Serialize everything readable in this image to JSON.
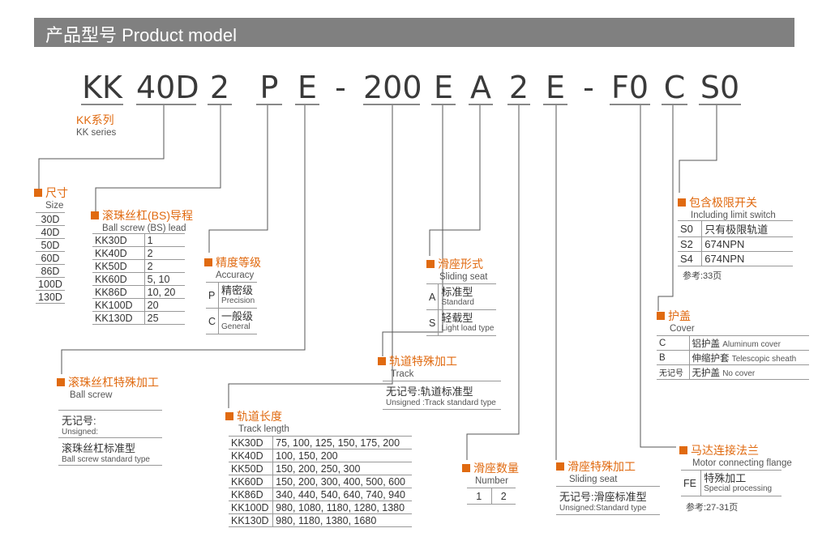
{
  "header": {
    "title": "产品型号 Product model"
  },
  "code_parts": [
    "KK",
    "40D",
    "2",
    "P",
    "E",
    "-",
    "200",
    "E",
    "A",
    "2",
    "E",
    "-",
    "F0",
    "C",
    "S0"
  ],
  "kk_series": {
    "cn": "KK系列",
    "en": "KK series"
  },
  "size": {
    "cn": "尺寸",
    "en": "Size",
    "items": [
      "30D",
      "40D",
      "50D",
      "60D",
      "86D",
      "100D",
      "130D"
    ]
  },
  "lead": {
    "cn": "滚珠丝杠(BS)导程",
    "en": "Ball screw (BS) lead",
    "rows": [
      [
        "KK30D",
        "1"
      ],
      [
        "KK40D",
        "2"
      ],
      [
        "KK50D",
        "2"
      ],
      [
        "KK60D",
        "5, 10"
      ],
      [
        "KK86D",
        "10, 20"
      ],
      [
        "KK100D",
        "20"
      ],
      [
        "KK130D",
        "25"
      ]
    ]
  },
  "accuracy": {
    "cn": "精度等级",
    "en": "Accuracy",
    "rows": [
      {
        "code": "P",
        "cn": "精密级",
        "en": "Precision"
      },
      {
        "code": "C",
        "cn": "一般级",
        "en": "General"
      }
    ]
  },
  "ball_screw": {
    "cn": "滚珠丝杠特殊加工",
    "en": "Ball screw",
    "unsigned_cn": "无记号:",
    "unsigned_en": "Unsigned:",
    "standard_cn": "滚珠丝杠标准型",
    "standard_en": "Ball screw standard type"
  },
  "track_length": {
    "cn": "轨道长度",
    "en": "Track length",
    "rows": [
      [
        "KK30D",
        "75, 100, 125, 150, 175, 200"
      ],
      [
        "KK40D",
        "100, 150, 200"
      ],
      [
        "KK50D",
        "150, 200, 250, 300"
      ],
      [
        "KK60D",
        "150, 200, 300, 400, 500, 600"
      ],
      [
        "KK86D",
        "340, 440, 540, 640, 740, 940"
      ],
      [
        "KK100D",
        "980, 1080, 1180, 1280, 1380"
      ],
      [
        "KK130D",
        "980, 1180, 1380, 1680"
      ]
    ]
  },
  "track": {
    "cn": "轨道特殊加工",
    "en": "Track",
    "unsigned_cn": "无记号:轨道标准型",
    "unsigned_en": "Unsigned :Track standard type"
  },
  "sliding_seat_type": {
    "cn": "滑座形式",
    "en": "Sliding seat",
    "rows": [
      {
        "code": "A",
        "cn": "标准型",
        "en": "Standard"
      },
      {
        "code": "S",
        "cn": "轻载型",
        "en": "Light load type"
      }
    ]
  },
  "seat_number": {
    "cn": "滑座数量",
    "en": "Number",
    "items": [
      "1",
      "2"
    ]
  },
  "seat_special": {
    "cn": "滑座特殊加工",
    "en": "Sliding seat",
    "unsigned_cn": "无记号:滑座标准型",
    "unsigned_en": "Unsigned:Standard type"
  },
  "limit_switch": {
    "cn": "包含极限开关",
    "en": "Including limit switch",
    "rows": [
      [
        "S0",
        "只有极限轨道"
      ],
      [
        "S2",
        "674NPN"
      ],
      [
        "S4",
        "674NPN"
      ]
    ],
    "ref": "参考:33页"
  },
  "cover": {
    "cn": "护盖",
    "en": "Cover",
    "rows": [
      {
        "code": "C",
        "cn": "铝护盖",
        "en": "Aluminum cover"
      },
      {
        "code": "B",
        "cn": "伸缩护套",
        "en": "Telescopic sheath"
      },
      {
        "code": "无记号",
        "cn": "无护盖",
        "en": "No cover"
      }
    ]
  },
  "flange": {
    "cn": "马达连接法兰",
    "en": "Motor connecting flange",
    "code": "FE",
    "row_cn": "特殊加工",
    "row_en": "Special processing",
    "ref": "参考:27-31页"
  }
}
